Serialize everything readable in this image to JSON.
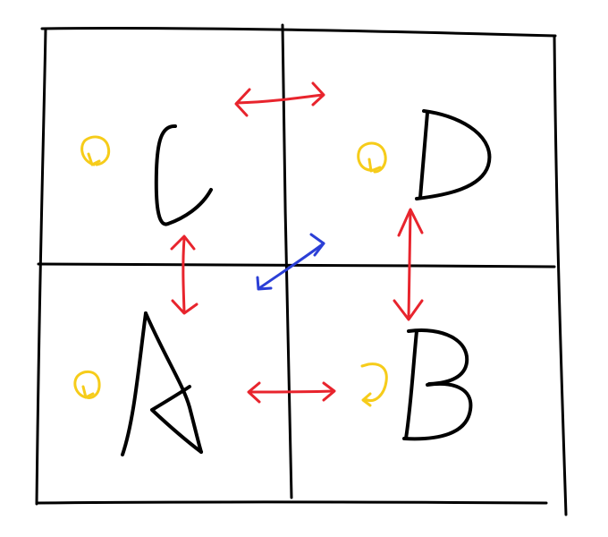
{
  "colors": {
    "grid": "#000000",
    "letters": "#000000",
    "swap_arrows": "#e8242d",
    "diagonal_arrow": "#2b3fd6",
    "rotation_arrows": "#f6cc1a"
  },
  "cells": [
    {
      "id": "top-left",
      "letter": "C",
      "has_rotation_icon": true
    },
    {
      "id": "top-right",
      "letter": "D",
      "has_rotation_icon": true
    },
    {
      "id": "bottom-left",
      "letter": "A",
      "has_rotation_icon": true
    },
    {
      "id": "bottom-right",
      "letter": "B",
      "has_rotation_icon": true
    }
  ],
  "connections": [
    {
      "from": "C",
      "to": "D",
      "direction": "both",
      "color": "red"
    },
    {
      "from": "C",
      "to": "A",
      "direction": "both",
      "color": "red"
    },
    {
      "from": "D",
      "to": "B",
      "direction": "both",
      "color": "red"
    },
    {
      "from": "A",
      "to": "B",
      "direction": "both",
      "color": "red"
    },
    {
      "from": "A",
      "to": "D",
      "direction": "both",
      "color": "blue"
    }
  ]
}
